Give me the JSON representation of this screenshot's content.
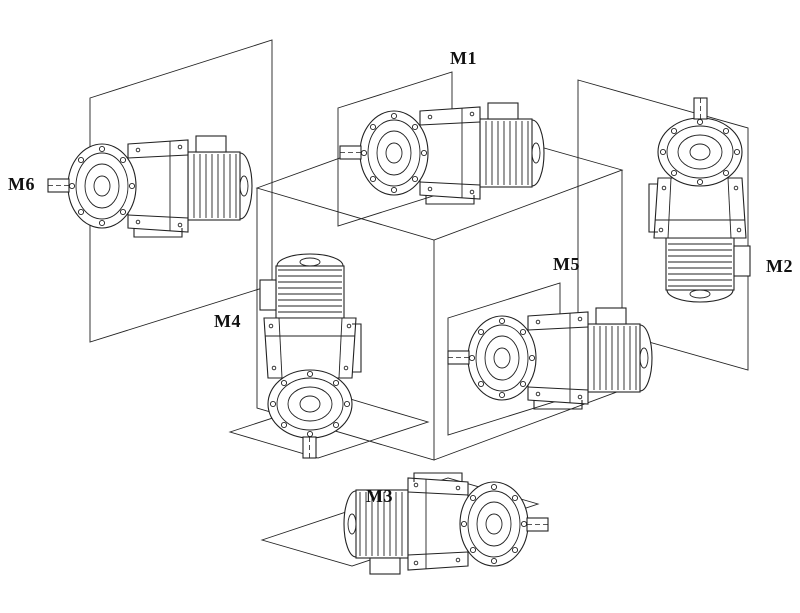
{
  "diagram": {
    "background_color": "#ffffff",
    "line_color": "#222222",
    "label_color": "#111111",
    "labels": {
      "m1": "M1",
      "m2": "M2",
      "m3": "M3",
      "m4": "M4",
      "m5": "M5",
      "m6": "M6"
    }
  }
}
